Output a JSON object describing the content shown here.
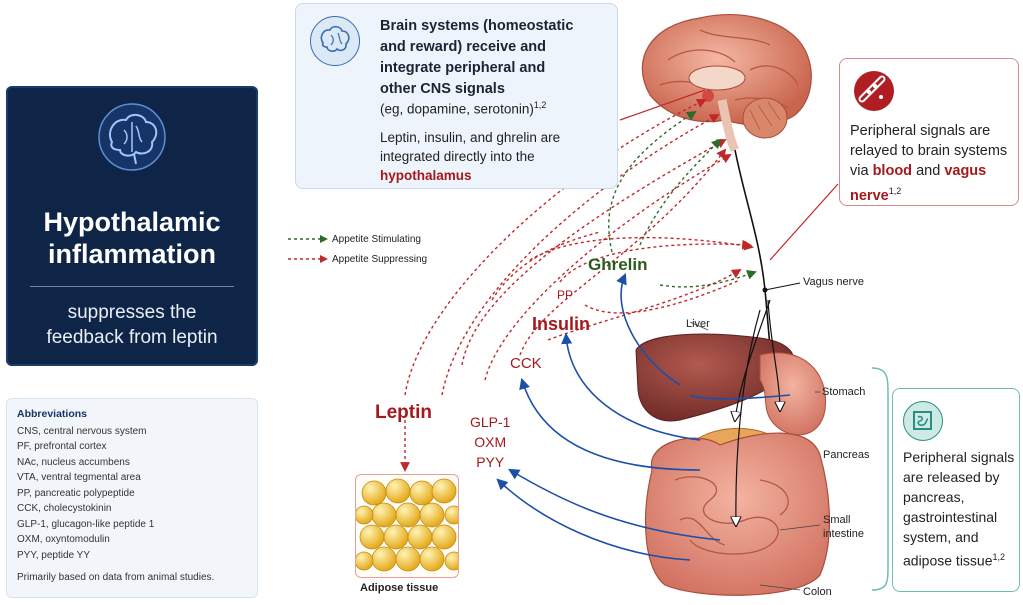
{
  "left_panel": {
    "title_line1": "Hypothalamic",
    "title_line2": "inflammation",
    "subtitle_line1": "suppresses the",
    "subtitle_line2": "feedback from leptin"
  },
  "abbreviations": {
    "title": "Abbreviations",
    "items": [
      "CNS, central nervous system",
      "PF, prefrontal cortex",
      "NAc, nucleus accumbens",
      "VTA, ventral tegmental area",
      "PP, pancreatic polypeptide",
      "CCK, cholecystokinin",
      "GLP-1, glucagon-like peptide 1",
      "OXM, oxyntomodulin",
      "PYY, peptide YY"
    ],
    "footnote": "Primarily based on data from animal studies."
  },
  "brain_box": {
    "heading_line1": "Brain systems (homeostatic",
    "heading_line2": "and reward) receive and",
    "heading_line3": "integrate peripheral and",
    "heading_line4": "other CNS signals",
    "example": "(eg, dopamine, serotonin)",
    "example_ref": "1,2",
    "para_text": "Leptin, insulin, and ghrelin are integrated directly into the",
    "para_highlight": "hypothalamus"
  },
  "blood_box": {
    "text_before": "Peripheral signals are relayed to brain systems via",
    "highlight1": "blood",
    "and_word": "and",
    "highlight2": "vagus nerve",
    "ref": "1,2"
  },
  "periph_box": {
    "text": "Peripheral signals are released by pancreas, gastrointestinal system, and adipose tissue",
    "ref": "1,2"
  },
  "legend": {
    "stimulating": "Appetite Stimulating",
    "suppressing": "Appetite Suppressing"
  },
  "labels": {
    "leptin": "Leptin",
    "insulin": "Insulin",
    "ghrelin": "Ghrelin",
    "pp": "PP",
    "cck": "CCK",
    "glp1": "GLP-1",
    "oxm": "OXM",
    "pyy": "PYY",
    "adipose": "Adipose tissue",
    "liver": "Liver",
    "vagus": "Vagus nerve",
    "stomach": "Stomach",
    "pancreas": "Pancreas",
    "small_intestine_1": "Small",
    "small_intestine_2": "intestine",
    "colon": "Colon"
  },
  "colors": {
    "suppress_red": "#c0282b",
    "stimulate_green": "#2d6a2a",
    "blue_arrow": "#1c4fa8",
    "panel_navy": "#0f2547"
  }
}
